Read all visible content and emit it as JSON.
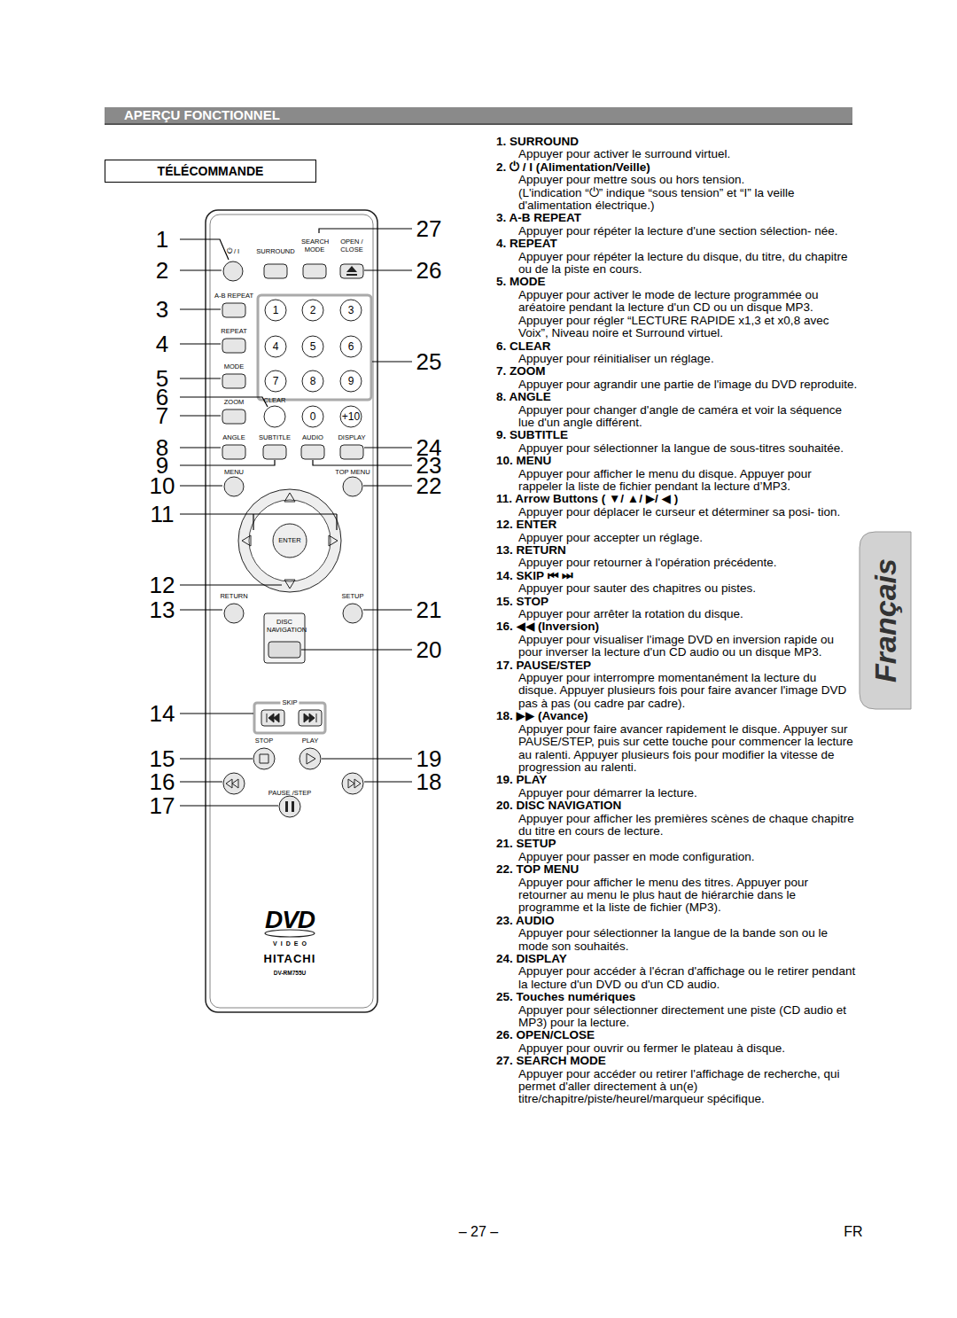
{
  "diagram": {
    "title": "APERÇU FONCTIONNEL",
    "nodes": [
      {
        "text": [
          "TÉLÉCOMMANDE"
        ]
      }
    ],
    "labels": [
      "Français",
      "– 27 –",
      "FR",
      "1",
      "2",
      "3",
      "4",
      "5",
      "6",
      "7",
      "8",
      "9",
      "10",
      "11",
      "12",
      "13",
      "14",
      "15",
      "16",
      "17",
      "18",
      "19",
      "20",
      "21",
      "22",
      "23",
      "24",
      "25",
      "26",
      "27",
      "SURROUND",
      "SEARCH MODE",
      "OPEN / CLOSE",
      "⏻ / I",
      "A-B REPEAT",
      "REPEAT",
      "MODE",
      "ZOOM",
      "CLEAR",
      "ANGLE",
      "SUBTITLE",
      "AUDIO",
      "DISPLAY",
      "MENU",
      "TOP MENU",
      "ENTER",
      "RETURN",
      "SETUP",
      "DISC NAVIGATION",
      "SKIP",
      "STOP",
      "PLAY",
      "PAUSE /STEP",
      "1",
      "2",
      "3",
      "4",
      "5",
      "6",
      "7",
      "8",
      "9",
      "0",
      "+10",
      "DVD",
      "VIDEO",
      "HITACHI",
      "DV-RM755U",
      "1. SURROUND",
      "Appuyer pour activer le surround virtuel.",
      "2. ⏻ / I (Alimentation/Veille)",
      "Appuyer pour mettre sous ou hors tension.",
      "(L'indication “⏻” indique “sous tension” et “I” la veille d'alimentation électrique.)",
      "3. A-B REPEAT",
      "Appuyer pour répéter la lecture d'une section sélection- née.",
      "4. REPEAT",
      "Appuyer pour répéter la lecture du disque, du titre, du chapitre ou de la piste en cours.",
      "5. MODE",
      "Appuyer pour activer le mode de lecture programmée ou aréatoire pendant la lecture d'un CD ou un disque MP3. Appuyer pour régler “LECTURE RAPIDE x1,3 et x0,8 avec Voix”, Niveau noire et Surround virtuel.",
      "6. CLEAR",
      "Appuyer pour réinitialiser un réglage.",
      "7. ZOOM",
      "Appuyer pour agrandir une partie de l'image du DVD reproduite.",
      "8. ANGLE",
      "Appuyer pour changer d'angle de caméra et voir la séquence lue d'un angle différent.",
      "9. SUBTITLE",
      "Appuyer pour sélectionner la langue de sous-titres souhaitée.",
      "10. MENU",
      "Appuyer pour afficher le menu du disque. Appuyer pour rappeler la liste de fichier pendant la lecture d’MP3.",
      "11. Arrow Buttons ( ▼/ ▲/ ▶/ ◀ )",
      "Appuyer pour déplacer le curseur et déterminer sa posi- tion.",
      "12. ENTER",
      "Appuyer pour accepter un réglage.",
      "13. RETURN",
      "Appuyer pour retourner à l'opération précédente.",
      "14. SKIP ⏮ ⏭",
      "Appuyer pour sauter des chapitres ou pistes.",
      "15. STOP",
      "Appuyer pour arrêter la rotation du disque.",
      "16. ◀◀ (Inversion)",
      "Appuyer pour visualiser l'image DVD en inversion rapide ou pour inverser la lecture d'un CD audio ou un disque MP3.",
      "17. PAUSE/STEP",
      "Appuyer pour interrompre momentanément la lecture du disque. Appuyer plusieurs fois pour faire avancer l'image DVD pas à pas (ou cadre par cadre).",
      "18. ▶▶ (Avance)",
      "Appuyer pour faire avancer rapidement le disque. Appuyer sur PAUSE/STEP, puis sur cette touche pour commencer la lecture au ralenti. Appuyer plusieurs fois pour modifier la vitesse de progression au ralenti.",
      "19. PLAY",
      "Appuyer pour démarrer la lecture.",
      "20. DISC NAVIGATION",
      "Appuyer pour afficher les premières scènes de chaque chapitre du titre en cours de lecture.",
      "21. SETUP",
      "Appuyer pour passer en mode configuration.",
      "22. TOP MENU",
      "Appuyer pour afficher le menu des titres. Appuyer pour retourner au menu le plus haut de hiérarchie dans le programme et la liste de fichier (MP3).",
      "23. AUDIO",
      "Appuyer pour sélectionner la langue de la bande son ou le mode son souhaités.",
      "24. DISPLAY",
      "Appuyer pour accéder à l'écran d'affichage ou le retirer pendant la lecture d'un DVD ou d'un CD audio.",
      "25. Touches numériques",
      "Appuyer pour sélectionner directement une piste (CD audio et MP3) pour la lecture.",
      "26. OPEN/CLOSE",
      "Appuyer pour ouvrir ou fermer le plateau à disque.",
      "27. SEARCH MODE",
      "Appuyer pour accéder ou retirer l'affichage de recherche, qui permet d'aller directement à un(e) titre/chapitre/piste/heurel/marqueur spécifique."
    ]
  }
}
